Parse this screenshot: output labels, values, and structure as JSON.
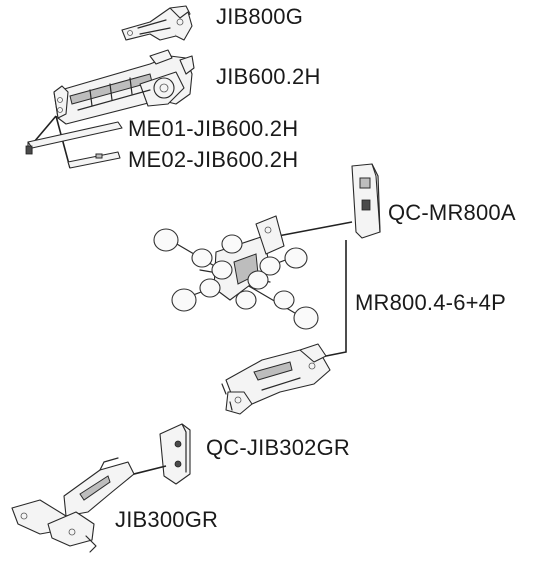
{
  "labels": {
    "jib800g": "JIB800G",
    "jib600_2h": "JIB600.2H",
    "me01": "ME01-JIB600.2H",
    "me02": "ME02-JIB600.2H",
    "qc_mr800a": "QC-MR800A",
    "mr800": "MR800.4-6+4P",
    "qc_jib302gr": "QC-JIB302GR",
    "jib300gr": "JIB300GR"
  }
}
